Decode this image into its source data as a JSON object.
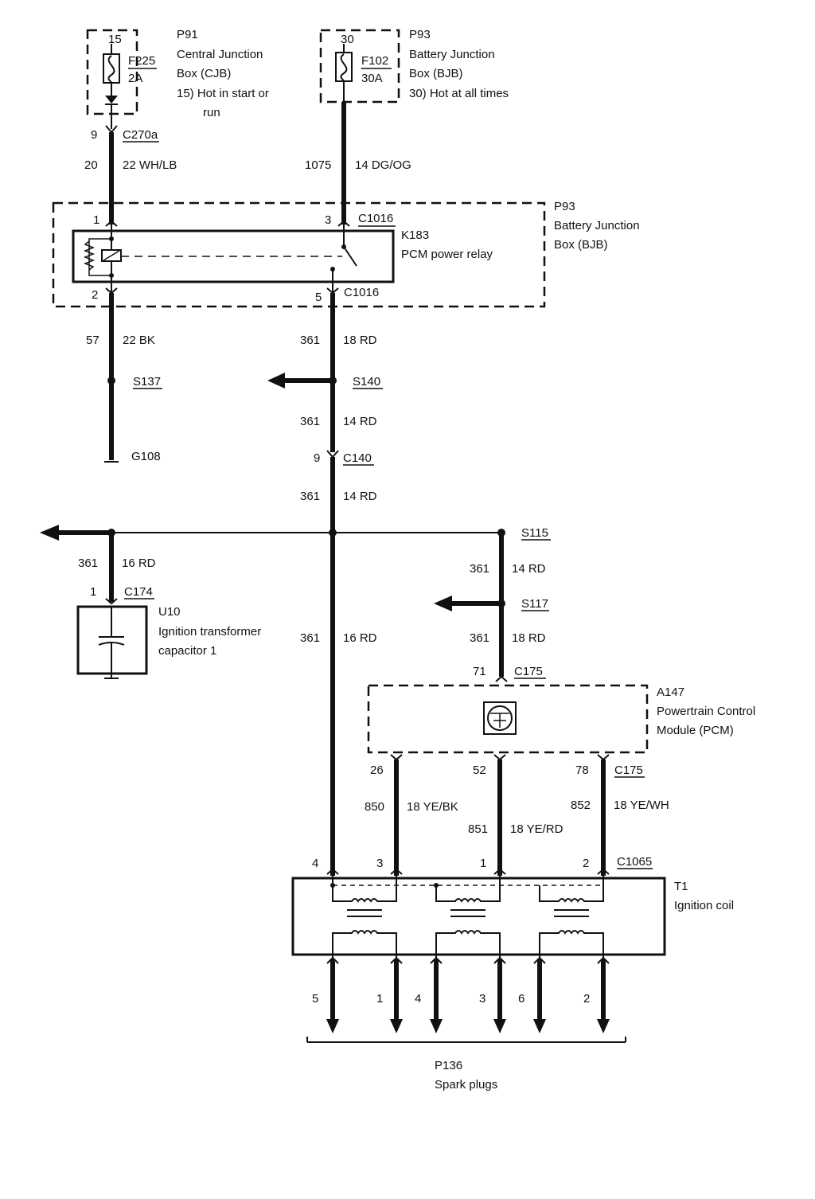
{
  "colors": {
    "ink": "#111111",
    "background": "#ffffff"
  },
  "icons": [
    "fuse-icon",
    "diode-icon",
    "relay-coil-icon",
    "relay-switch-icon",
    "capacitor-icon",
    "pcm-module-icon",
    "coil-winding-icon",
    "ground-icon",
    "arrow-left-icon",
    "arrow-down-icon"
  ],
  "cjb": {
    "pin": "15",
    "fuse_id": "F225",
    "fuse_rating": "2A",
    "ref": "P91",
    "name_1": "Central Junction",
    "name_2": "Box (CJB)",
    "note_1": "15)  Hot in start or",
    "note_2": "run"
  },
  "bjb_top": {
    "pin": "30",
    "fuse_id": "F102",
    "fuse_rating": "30A",
    "ref": "P93",
    "name_1": "Battery Junction",
    "name_2": "Box (BJB)",
    "note_1": "30)  Hot at all times"
  },
  "left_feed": {
    "conn_pin": "9",
    "conn": "C270a",
    "circuit": "20",
    "wire": "22 WH/LB"
  },
  "right_feed": {
    "circuit": "1075",
    "wire": "14 DG/OG"
  },
  "bjb_box": {
    "ref": "P93",
    "name_1": "Battery Junction",
    "name_2": "Box (BJB)"
  },
  "relay": {
    "id": "K183",
    "name": "PCM power relay",
    "pin1": "1",
    "pin3": "3",
    "pin2": "2",
    "pin5": "5",
    "conn_top": "C1016",
    "conn_bottom": "C1016"
  },
  "ground_branch": {
    "circuit": "57",
    "wire": "22 BK",
    "splice": "S137",
    "ground": "G108"
  },
  "main": {
    "circuit_a": "361",
    "wire_a": "18 RD",
    "splice_a": "S140",
    "circuit_b": "361",
    "wire_b": "14 RD",
    "conn_pin": "9",
    "conn": "C140",
    "circuit_c": "361",
    "wire_c": "14 RD",
    "circuit_d": "361",
    "wire_d": "16 RD"
  },
  "capacitor": {
    "circuit": "361",
    "wire": "16 RD",
    "pin": "1",
    "conn": "C174",
    "id": "U10",
    "name_1": "Ignition transformer",
    "name_2": "capacitor 1"
  },
  "pcm_feed": {
    "splice_top": "S115",
    "circuit_a": "361",
    "wire_a": "14 RD",
    "splice_mid": "S117",
    "circuit_b": "361",
    "wire_b": "18 RD",
    "pin": "71",
    "conn": "C175"
  },
  "pcm": {
    "id": "A147",
    "name_1": "Powertrain Control",
    "name_2": "Module (PCM)"
  },
  "pcm_outputs": {
    "pin_a": "26",
    "pin_b": "52",
    "pin_c": "78",
    "conn": "C175",
    "circuit_a": "850",
    "wire_a": "18 YE/BK",
    "circuit_b": "851",
    "wire_b": "18 YE/RD",
    "circuit_c": "852",
    "wire_c": "18 YE/WH"
  },
  "coil": {
    "pin4": "4",
    "pin3": "3",
    "pin1": "1",
    "pin2": "2",
    "conn": "C1065",
    "id": "T1",
    "name": "Ignition coil"
  },
  "spark": {
    "leads": [
      "5",
      "1",
      "4",
      "3",
      "6",
      "2"
    ],
    "id": "P136",
    "name": "Spark plugs"
  }
}
